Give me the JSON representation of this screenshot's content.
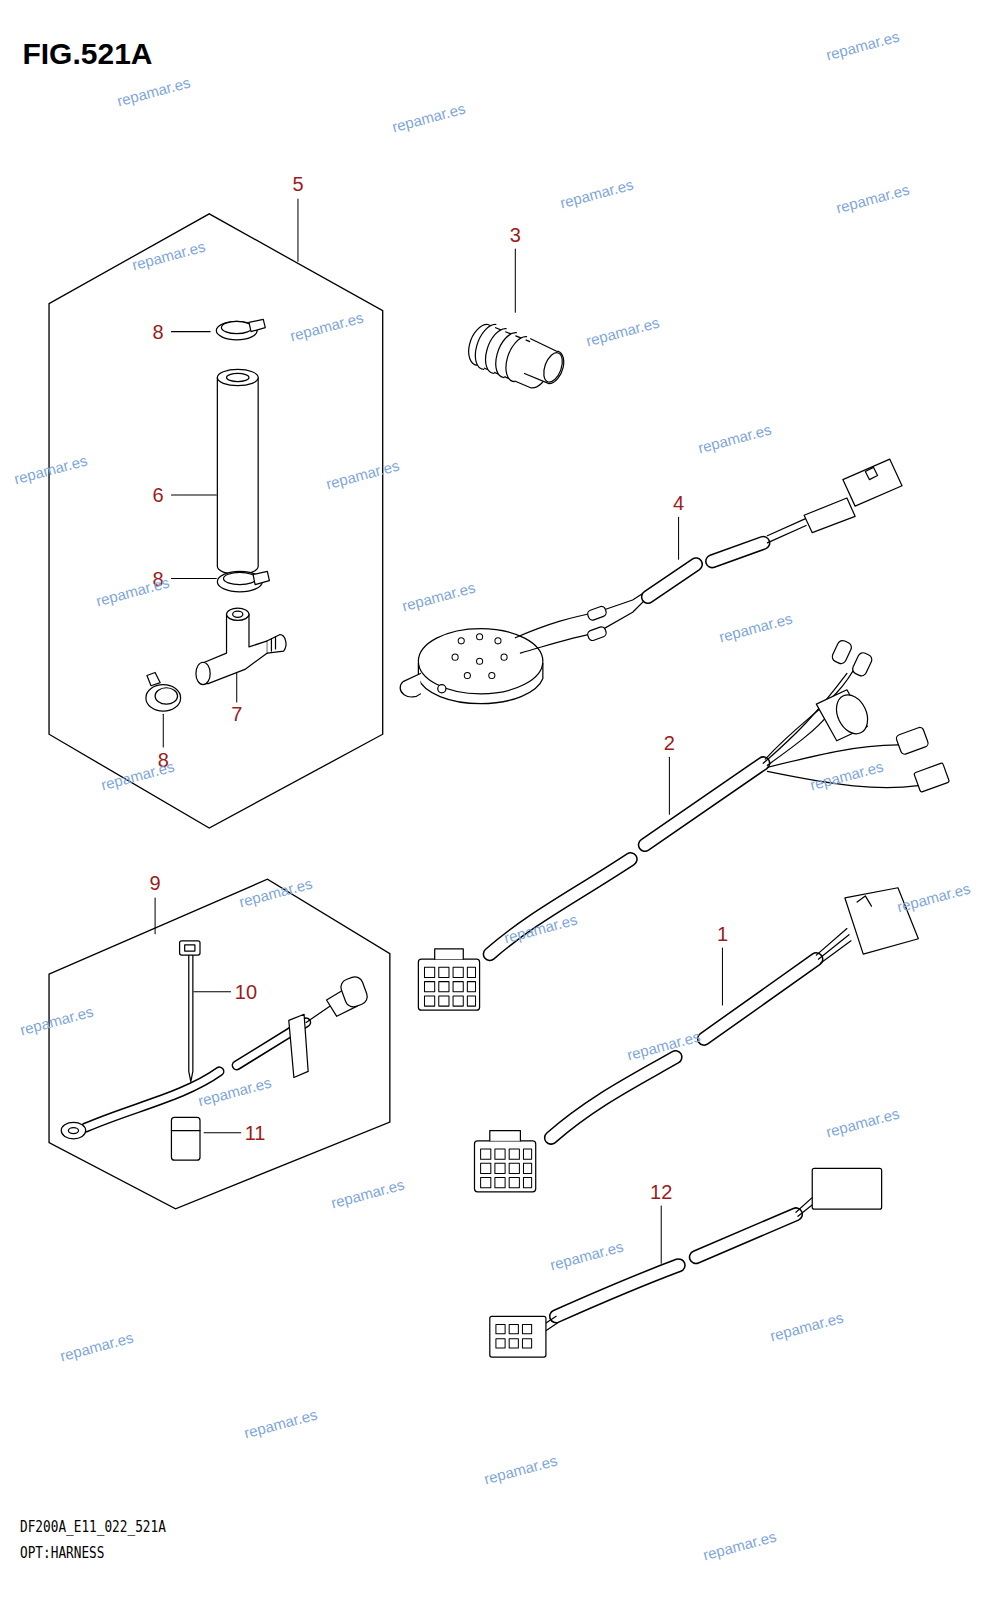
{
  "diagram": {
    "title": "FIG.521A",
    "nodes": [
      {
        "text": [
          "5"
        ]
      },
      {
        "text": [
          "9"
        ]
      }
    ],
    "labels": [
      "3",
      "8",
      "6",
      "4",
      "8",
      "7",
      "2",
      "8",
      "1",
      "10",
      "11",
      "12",
      "DF200A_E11_022_521A",
      "OPT:HARNESS",
      "repamar.es",
      "repamar.es",
      "repamar.es",
      "repamar.es",
      "repamar.es",
      "repamar.es",
      "repamar.es",
      "repamar.es",
      "repamar.es",
      "repamar.es",
      "repamar.es",
      "repamar.es",
      "repamar.es",
      "repamar.es",
      "repamar.es",
      "repamar.es",
      "repamar.es",
      "repamar.es",
      "repamar.es",
      "repamar.es",
      "repamar.es",
      "repamar.es",
      "repamar.es",
      "repamar.es",
      "repamar.es",
      "repamar.es",
      "repamar.es",
      "repamar.es",
      "repamar.es",
      "repamar.es"
    ]
  }
}
